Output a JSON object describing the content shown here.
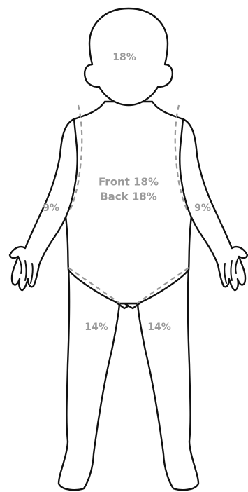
{
  "colors": {
    "outline": "#111111",
    "label": "#9a9a9a",
    "region_line": "#9a9a9a",
    "background": "#ffffff"
  },
  "labels": {
    "head": "18%",
    "trunk_front": "Front 18%",
    "trunk_back": "Back 18%",
    "left_arm": "9%",
    "right_arm": "9%",
    "left_leg": "14%",
    "right_leg": "14%"
  }
}
